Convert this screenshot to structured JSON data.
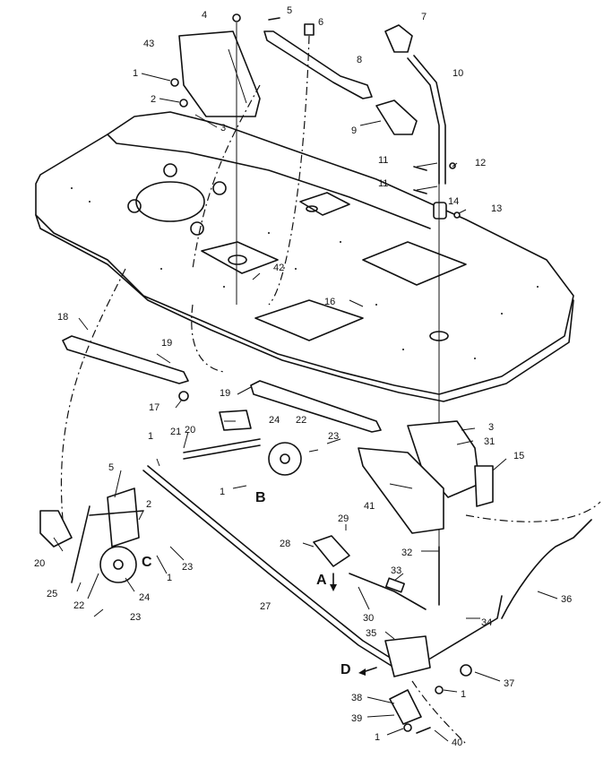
{
  "callouts": [
    {
      "id": "c4",
      "label": "4"
    },
    {
      "id": "c5",
      "label": "5"
    },
    {
      "id": "c6",
      "label": "6"
    },
    {
      "id": "c7",
      "label": "7"
    },
    {
      "id": "c43",
      "label": "43"
    },
    {
      "id": "c8",
      "label": "8"
    },
    {
      "id": "c10",
      "label": "10"
    },
    {
      "id": "c1a",
      "label": "1"
    },
    {
      "id": "c2a",
      "label": "2"
    },
    {
      "id": "c3a",
      "label": "3"
    },
    {
      "id": "c9",
      "label": "9"
    },
    {
      "id": "c11a",
      "label": "11"
    },
    {
      "id": "c12",
      "label": "12"
    },
    {
      "id": "c11b",
      "label": "11"
    },
    {
      "id": "c14",
      "label": "14"
    },
    {
      "id": "c13",
      "label": "13"
    },
    {
      "id": "c42",
      "label": "42"
    },
    {
      "id": "c16",
      "label": "16"
    },
    {
      "id": "c18",
      "label": "18"
    },
    {
      "id": "c19a",
      "label": "19"
    },
    {
      "id": "c17",
      "label": "17"
    },
    {
      "id": "c19b",
      "label": "19"
    },
    {
      "id": "c3b",
      "label": "3"
    },
    {
      "id": "c31",
      "label": "31"
    },
    {
      "id": "c20a",
      "label": "20"
    },
    {
      "id": "c24a",
      "label": "24"
    },
    {
      "id": "c22a",
      "label": "22"
    },
    {
      "id": "c1b",
      "label": "1"
    },
    {
      "id": "c21",
      "label": "21"
    },
    {
      "id": "c23a",
      "label": "23"
    },
    {
      "id": "c15",
      "label": "15"
    },
    {
      "id": "c5b",
      "label": "5"
    },
    {
      "id": "c1c",
      "label": "1"
    },
    {
      "id": "c41",
      "label": "41"
    },
    {
      "id": "c20b",
      "label": "20"
    },
    {
      "id": "c2b",
      "label": "2"
    },
    {
      "id": "c29",
      "label": "29"
    },
    {
      "id": "c28",
      "label": "28"
    },
    {
      "id": "c23b",
      "label": "23"
    },
    {
      "id": "c1d",
      "label": "1"
    },
    {
      "id": "c32",
      "label": "32"
    },
    {
      "id": "c25",
      "label": "25"
    },
    {
      "id": "c33",
      "label": "33"
    },
    {
      "id": "c22b",
      "label": "22"
    },
    {
      "id": "c24b",
      "label": "24"
    },
    {
      "id": "c27",
      "label": "27"
    },
    {
      "id": "c36",
      "label": "36"
    },
    {
      "id": "c23c",
      "label": "23"
    },
    {
      "id": "c30",
      "label": "30"
    },
    {
      "id": "c34",
      "label": "34"
    },
    {
      "id": "c35",
      "label": "35"
    },
    {
      "id": "c37",
      "label": "37"
    },
    {
      "id": "c1e",
      "label": "1"
    },
    {
      "id": "c38",
      "label": "38"
    },
    {
      "id": "c39",
      "label": "39"
    },
    {
      "id": "c1f",
      "label": "1"
    },
    {
      "id": "c40",
      "label": "40"
    }
  ],
  "detail_letters": [
    {
      "id": "B",
      "label": "B"
    },
    {
      "id": "C",
      "label": "C"
    },
    {
      "id": "A",
      "label": "A"
    },
    {
      "id": "D",
      "label": "D"
    }
  ]
}
